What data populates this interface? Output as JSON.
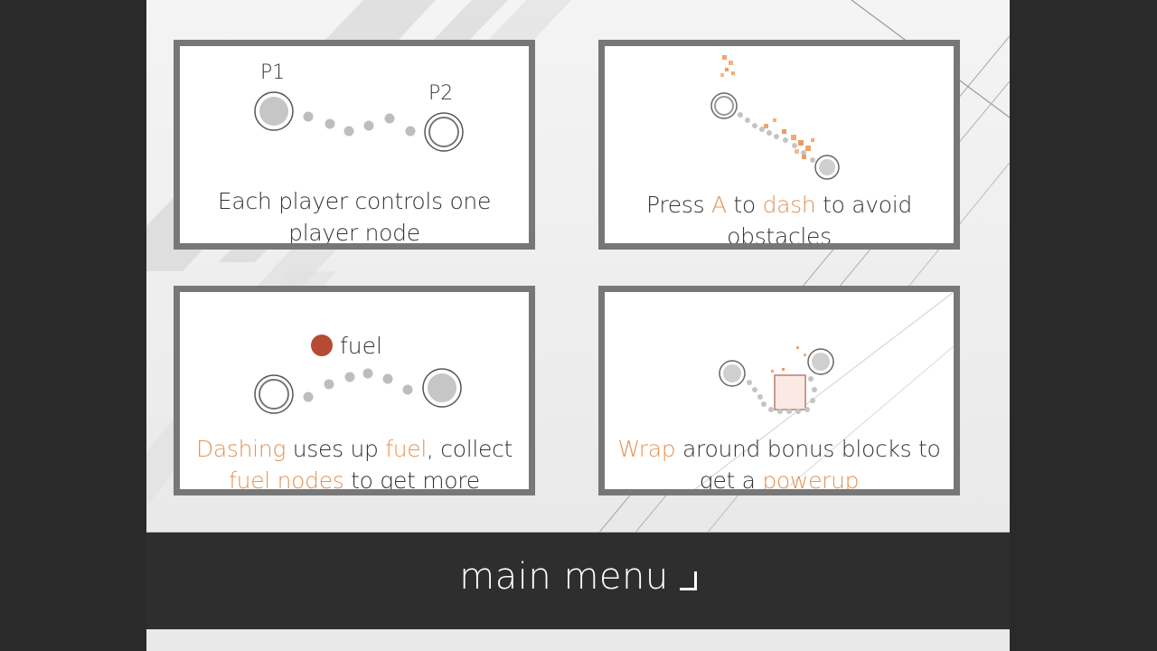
{
  "tutorial": {
    "panel1": {
      "p1_label": "P1",
      "p2_label": "P2",
      "caption_line1": "Each player controls one",
      "caption_line2": "player node"
    },
    "panel2": {
      "pre_a": "Press ",
      "a": "A",
      "mid": " to ",
      "dash": "dash",
      "post": " to avoid",
      "line2": "obstacles"
    },
    "panel3": {
      "fuel_label": "fuel",
      "dashing": "Dashing",
      "uses_up": " uses up ",
      "fuel": "fuel",
      "collect": ", collect",
      "fuel_nodes": "fuel nodes",
      "get_more": " to get more"
    },
    "panel4": {
      "wrap": "Wrap",
      "around": " around bonus blocks to",
      "get_a": "get a ",
      "powerup": "powerup"
    }
  },
  "menu": {
    "main_menu_label": "main menu",
    "corner_icon": "corner-bracket-icon"
  },
  "colors": {
    "accent": "#e39356",
    "fuel_dot": "#b74a33",
    "panel_border": "#777777",
    "bottom_bar": "#2e2e2e"
  }
}
